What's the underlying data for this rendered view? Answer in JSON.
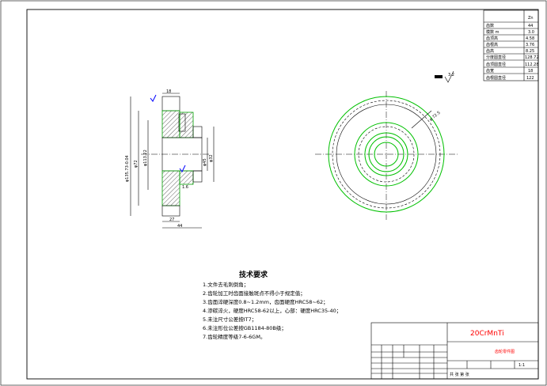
{
  "parameter_table": {
    "header": "Zn",
    "rows": [
      {
        "label": "齿数",
        "value": "44"
      },
      {
        "label": "模数 m",
        "value": "3.0"
      },
      {
        "label": "齿顶高",
        "value": "4.58"
      },
      {
        "label": "齿根高",
        "value": "3.76"
      },
      {
        "label": "齿高",
        "value": "8.25"
      },
      {
        "label": "分度圆直径",
        "value": "128.72"
      },
      {
        "label": "齿顶圆直径",
        "value": "112.28"
      },
      {
        "label": "齿宽",
        "value": "18"
      },
      {
        "label": "齿根圆直径",
        "value": "122"
      }
    ]
  },
  "dimensions": {
    "top_width": "18",
    "bottom_width_inner": "27",
    "bottom_width_outer": "44",
    "dia_outer": "φ135.73-0.04",
    "dia_mid": "φ72",
    "dia_hub": "φ113.22",
    "dia_bore": "φ45",
    "dia_small": "φ32",
    "chamfer": "1.6",
    "dia_end_view": "φ 72.5",
    "roughness": "3.2"
  },
  "requirements": {
    "heading": "技术要求",
    "items": [
      "1.文件去毛刺倒角；",
      "2.齿轮加工时齿面接触斑点不得小于规定值；",
      "3.齿面淬硬深度0.8~1.2mm，齿面硬度HRC58~62；",
      "4.渗碳淬火，硬度HRC58-62以上，心部：硬度HRC35-40；",
      "5.未注尺寸公差按IT7；",
      "6.未注形位公差按GB1184-80B级；",
      "7.齿轮精度等级7-6-6GM。"
    ]
  },
  "title_block": {
    "material": "20CrMnTi",
    "part_name": "齿轮零件图",
    "scale": "1:1",
    "sheet_label": "共  张  第  张"
  }
}
